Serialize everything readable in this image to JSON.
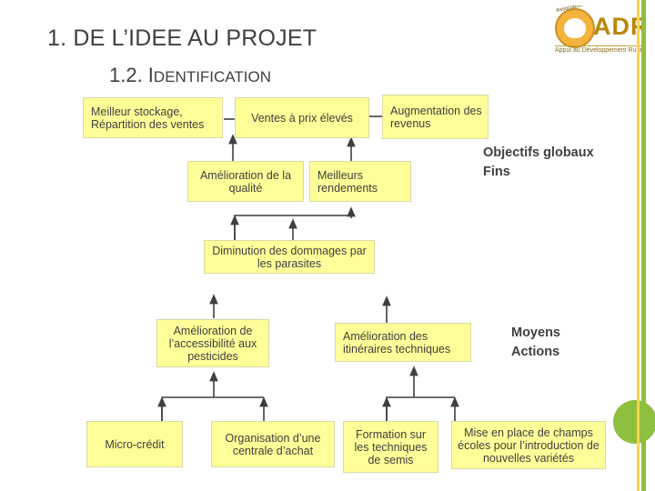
{
  "slide": {
    "title_main": "1. DE L’IDEE AU PROJET",
    "title_sub_big": "1.2. I",
    "title_sub_small": "DENTIFICATION"
  },
  "logo": {
    "assoc_text": "Association",
    "acronym": "ADR",
    "tagline": "Appui au Développement Rural",
    "name": "adr-logo"
  },
  "categories": [
    {
      "line1": "Objectifs globaux",
      "line2": "Fins"
    },
    {
      "line1": "Moyens",
      "line2": "Actions"
    }
  ],
  "boxes": [
    {
      "id": "b1",
      "text": "Meilleur stockage, Répartition des ventes"
    },
    {
      "id": "b2",
      "text": "Ventes à prix élevés"
    },
    {
      "id": "b3",
      "text": "Augmentation des revenus"
    },
    {
      "id": "b4",
      "text": "Amélioration de la qualité"
    },
    {
      "id": "b5",
      "text": "Meilleurs rendements"
    },
    {
      "id": "b6",
      "text": "Diminution des dommages par les parasites"
    },
    {
      "id": "b7",
      "text": "Amélioration de l’accessibilité aux pesticides"
    },
    {
      "id": "b8",
      "text": "Amélioration des itinéraires techniques"
    },
    {
      "id": "b9",
      "text": "Micro-crédit"
    },
    {
      "id": "b10",
      "text": "Organisation d’une centrale d’achat"
    },
    {
      "id": "b11",
      "text": "Formation sur les techniques de semis"
    },
    {
      "id": "b12",
      "text": "Mise en place de champs écoles pour l’introduction de nouvelles variétés"
    }
  ],
  "colors": {
    "box_fill": "#ffff99",
    "box_border": "#d9d9a6",
    "text": "#3f3f3f",
    "accent_green": "#8fbf3f",
    "accent_yellow": "#ffd24d",
    "logo_gold": "#b8860b"
  }
}
